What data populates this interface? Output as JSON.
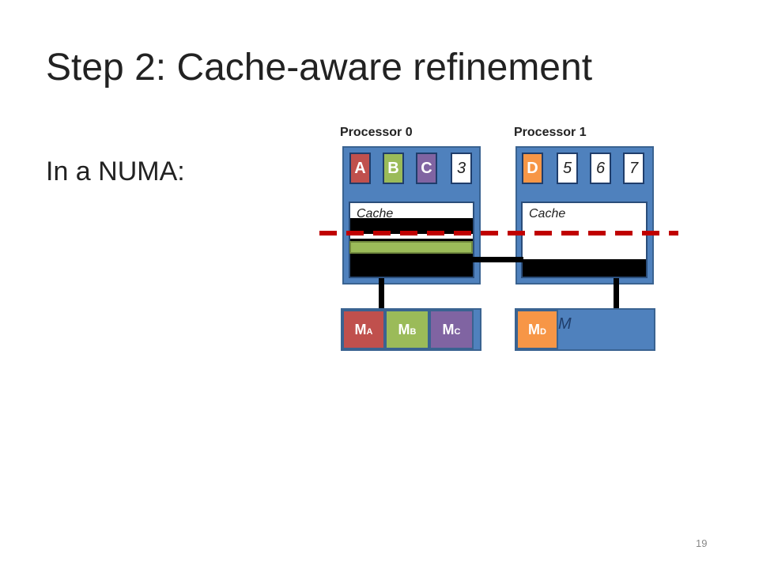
{
  "title": "Step 2: Cache-aware refinement",
  "subtitle": "In a NUMA:",
  "page_number": "19",
  "processors": [
    {
      "label": "Processor 0",
      "cores": [
        {
          "text": "A",
          "color": "#c0504d"
        },
        {
          "text": "B",
          "color": "#9bbb59"
        },
        {
          "text": "C",
          "color": "#8064a2"
        },
        {
          "text": "3",
          "color": "#ffffff"
        }
      ],
      "cache_label": "Cache",
      "memory": {
        "blocks": [
          {
            "text": "M",
            "sub": "A",
            "color": "#c0504d"
          },
          {
            "text": "M",
            "sub": "B",
            "color": "#9bbb59"
          },
          {
            "text": "M",
            "sub": "C",
            "color": "#8064a2"
          }
        ]
      }
    },
    {
      "label": "Processor 1",
      "cores": [
        {
          "text": "D",
          "color": "#f79646"
        },
        {
          "text": "5",
          "color": "#ffffff"
        },
        {
          "text": "6",
          "color": "#ffffff"
        },
        {
          "text": "7",
          "color": "#ffffff"
        }
      ],
      "cache_label": "Cache",
      "memory": {
        "label": "M",
        "blocks": [
          {
            "text": "M",
            "sub": "D",
            "color": "#f79646"
          }
        ]
      }
    }
  ],
  "colors": {
    "processor_blue": "#4f81bd",
    "cut_line_red": "#c00000",
    "cache_line_green": "#9bbb59"
  }
}
